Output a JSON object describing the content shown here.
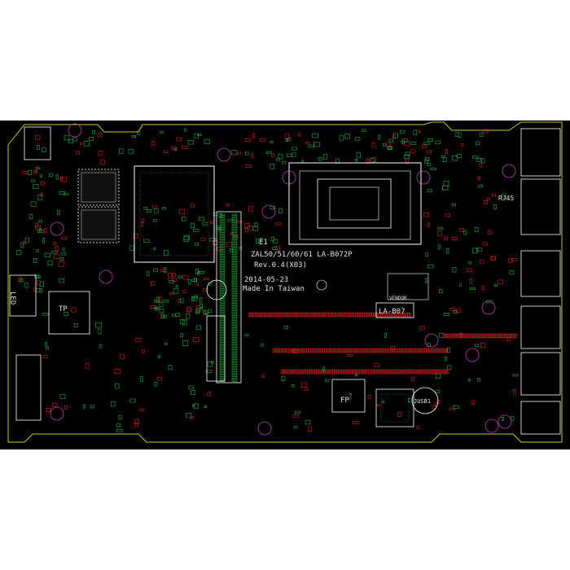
{
  "board": {
    "model": "ZAL50/51/60/61 LA-B072P",
    "revision": "Rev.0.4(X03)",
    "date": "2014-05-23",
    "origin": "Made In Taiwan",
    "marker_e1": "E1",
    "connectors": {
      "led": "LED",
      "tp": "TP",
      "rj45": "RJ45",
      "fp": "FP",
      "vendor": "VENDOR",
      "la_b07": "LA-B07",
      "slot": "JUSB1"
    }
  },
  "colors": {
    "background": "#000000",
    "outline": "#c8c820",
    "pad_red": "#d42020",
    "pad_green": "#20b040",
    "silk": "#ffffff",
    "hole": "#b040b0"
  }
}
